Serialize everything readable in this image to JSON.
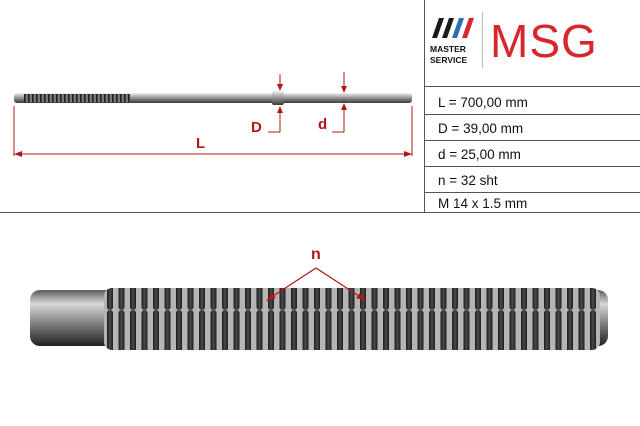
{
  "brand": {
    "line1": "MASTER",
    "line2": "SERVICE",
    "wordmark": "MSG",
    "color": "#d8262c"
  },
  "specs": [
    {
      "text": "L = 700,00 mm"
    },
    {
      "text": "D = 39,00 mm"
    },
    {
      "text": "d = 25,00 mm"
    },
    {
      "text": "n = 32 sht"
    },
    {
      "text": "M 14 x 1.5 mm"
    }
  ],
  "dimensions": {
    "L": "L",
    "D": "D",
    "d": "d",
    "n": "n"
  },
  "colors": {
    "dimension": "#b01818",
    "rod": "#8a8a8a"
  }
}
